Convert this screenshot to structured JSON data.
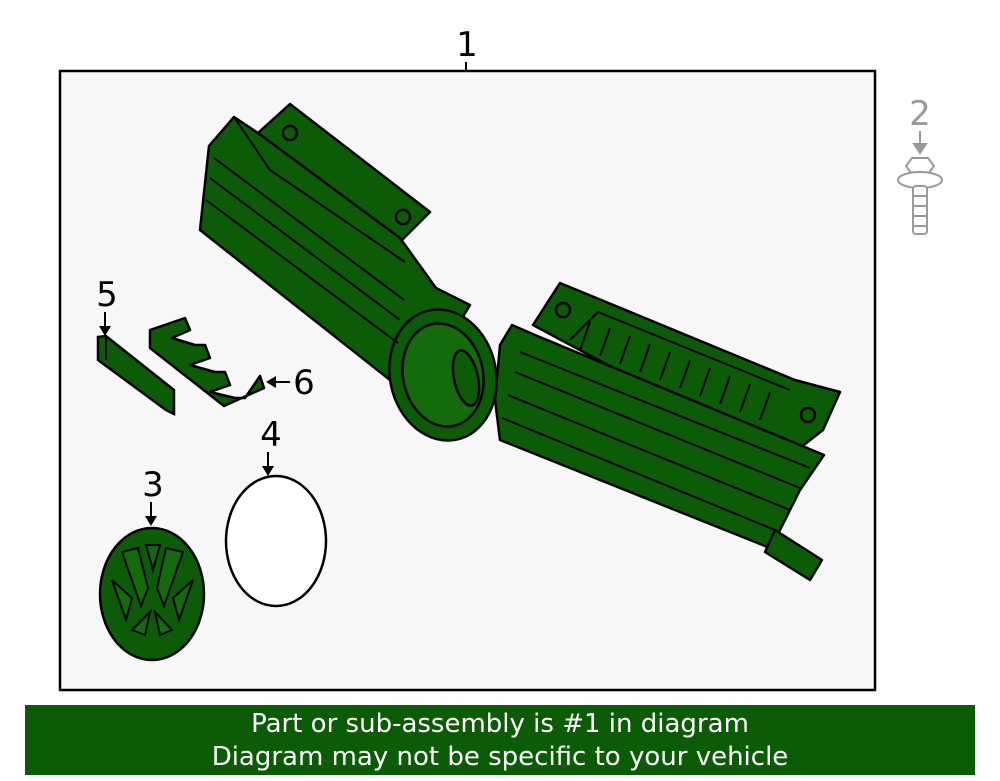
{
  "diagram": {
    "callouts": {
      "part1": "1",
      "part2": "2",
      "part3": "3",
      "part4": "4",
      "part5": "5",
      "part6": "6"
    },
    "colors": {
      "part_fill": "#0c5c07",
      "highlight_fill": "#136b0c",
      "frame_fill": "#f7f7f7",
      "outline": "#000000",
      "muted": "#999999"
    }
  },
  "banner": {
    "line1": "Part or sub-assembly is #1 in diagram",
    "line2": "Diagram may not be specific to your vehicle"
  }
}
